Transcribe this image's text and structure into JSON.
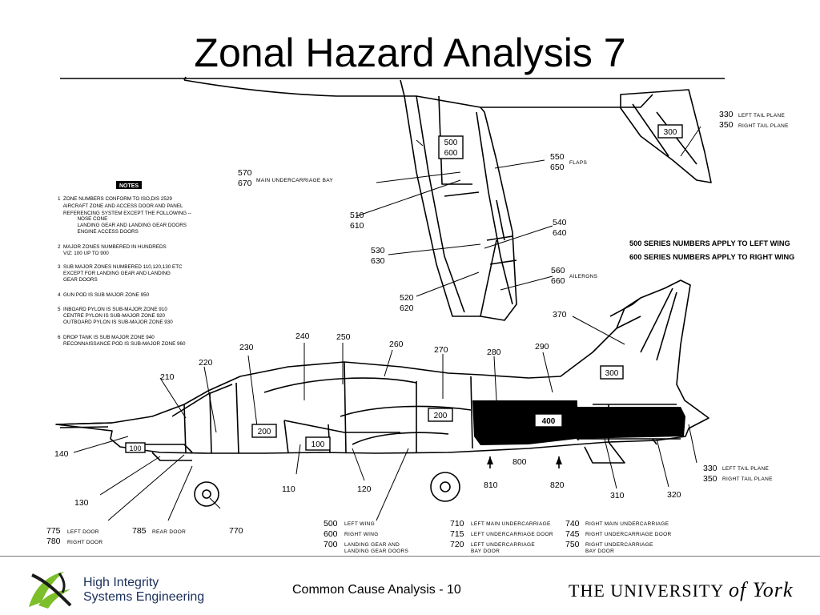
{
  "title": "Zonal Hazard Analysis 7",
  "footer": "Common Cause Analysis - 10",
  "logos": {
    "left": {
      "line1": "High Integrity",
      "line2": "Systems Engineering"
    },
    "right": {
      "prefix": "THE UNIVERSITY",
      "script": "of York"
    }
  },
  "notes": {
    "heading": "NOTES",
    "lines": [
      "1  ZONE NUMBERS CONFORM TO ISO,DIS 2529",
      "    AIRCRAFT ZONE AND ACCESS DOOR AND PANEL",
      "    REFERENCING SYSTEM EXCEPT THE FOLLOWING --",
      "              NOSE CONE",
      "              LANDING GEAR AND LANDING GEAR DOORS",
      "              ENGINE ACCESS DOORS",
      "2  MAJOR ZONES NUMBERED IN HUNDREDS",
      "    VIZ: 100 UP TO 900",
      "3  SUB MAJOR ZONES NUMBERED 110,120,130 ETC",
      "    EXCEPT FOR LANDING GEAR AND LANDING",
      "    GEAR DOORS",
      "4  GUN POD IS SUB MAJOR ZONE 950",
      "5  INBOARD PYLON IS SUB-MAJOR ZONE 910",
      "    CENTRE PYLON IS SUB-MAJOR ZONE 920",
      "    OUTBOARD PYLON IS SUB-MAJOR ZONE 930",
      "6  DROP TANK IS SUB MAJOR ZONE 940",
      "    RECONNAISSANCE POD IS SUB-MAJOR ZONE 960"
    ]
  },
  "series_notes": [
    "500 SERIES NUMBERS APPLY TO LEFT WING",
    "600 SERIES NUMBERS APPLY TO RIGHT WING"
  ],
  "wing_labels": [
    {
      "n1": "570",
      "n2": "670",
      "text": "MAIN UNDERCARRIAGE BAY"
    },
    {
      "n1": "510",
      "n2": "610",
      "text": ""
    },
    {
      "n1": "530",
      "n2": "630",
      "text": ""
    },
    {
      "n1": "520",
      "n2": "620",
      "text": ""
    },
    {
      "n1": "550",
      "n2": "650",
      "text": "FLAPS"
    },
    {
      "n1": "540",
      "n2": "640",
      "text": ""
    },
    {
      "n1": "560",
      "n2": "660",
      "text": "AILERONS"
    },
    {
      "n1": "330",
      "n2": "350",
      "text1": "LEFT TAIL PLANE",
      "text2": "RIGHT TAIL PLANE"
    }
  ],
  "boxes": {
    "wing_500": "500",
    "wing_600": "600",
    "tail_300": "300",
    "fin_300": "300",
    "fus_400": "400",
    "fus_200a": "200",
    "fus_200b": "200",
    "fus_100a": "100",
    "fus_100b": "100"
  },
  "zones": [
    "140",
    "210",
    "220",
    "230",
    "240",
    "250",
    "260",
    "270",
    "280",
    "290",
    "370",
    "110",
    "120",
    "130",
    "800",
    "810",
    "820",
    "310",
    "320",
    "770"
  ],
  "tail_bottom": {
    "n1": "330",
    "t1": "LEFT TAIL PLANE",
    "n2": "350",
    "t2": "RIGHT TAIL PLANE"
  },
  "door_labels": [
    {
      "n": "775",
      "t": "LEFT DOOR"
    },
    {
      "n": "780",
      "t": "RIGHT DOOR"
    },
    {
      "n": "785",
      "t": "REAR DOOR"
    }
  ],
  "legend": [
    {
      "n": "500",
      "t": "LEFT WING"
    },
    {
      "n": "600",
      "t": "RIGHT WING"
    },
    {
      "n": "700",
      "t": "LANDING GEAR AND",
      "t2": "LANDING GEAR DOORS"
    },
    {
      "n": "710",
      "t": "LEFT MAIN UNDERCARRIAGE"
    },
    {
      "n": "715",
      "t": "LEFT UNDERCARRIAGE DOOR"
    },
    {
      "n": "720",
      "t": "LEFT UNDERCARRIAGE",
      "t2": "BAY DOOR"
    },
    {
      "n": "740",
      "t": "RIGHT MAIN UNDERCARRIAGE"
    },
    {
      "n": "745",
      "t": "RIGHT UNDERCARRIAGE DOOR"
    },
    {
      "n": "750",
      "t": "RIGHT UNDERCARRIAGE",
      "t2": "BAY DOOR"
    }
  ]
}
